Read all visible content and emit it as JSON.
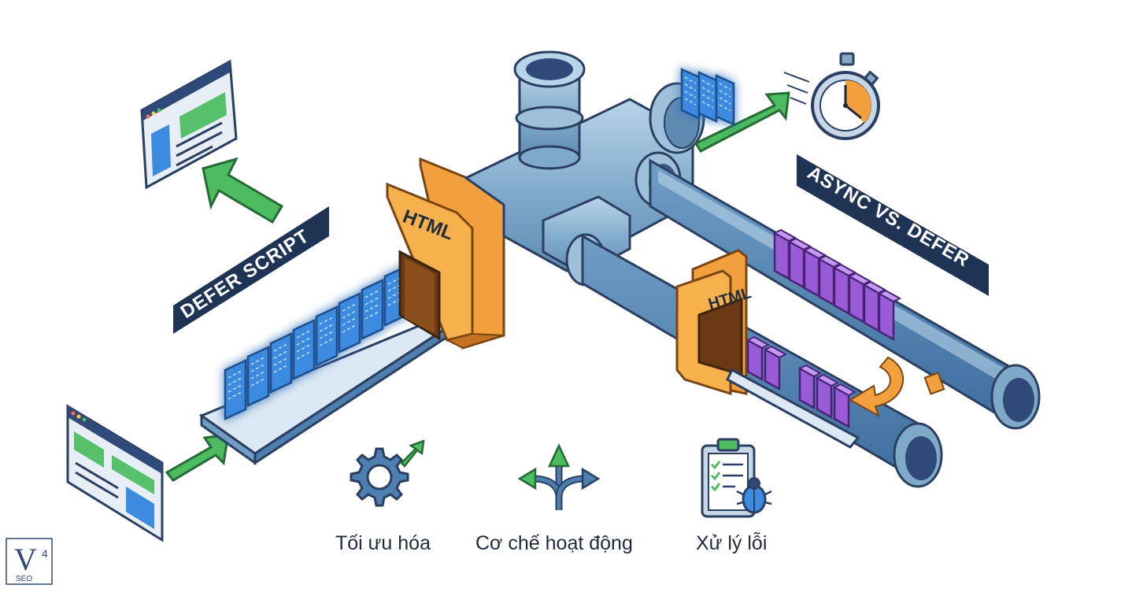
{
  "banners": {
    "defer": "DEFER SCRIPT",
    "async_vs_defer": "ASYNC VS. DEFER"
  },
  "documents": {
    "main_label": "HTML",
    "secondary_label": "HTML"
  },
  "features": [
    {
      "label": "Tối ưu hóa",
      "icon": "gear-growth-icon"
    },
    {
      "label": "Cơ chế hoạt động",
      "icon": "branching-arrows-icon"
    },
    {
      "label": "Xử lý lỗi",
      "icon": "clipboard-bug-icon"
    }
  ],
  "logo": {
    "letter": "V",
    "superscript": "4",
    "sub": "SEO"
  },
  "colors": {
    "pipe": "#7fa9c8",
    "pipe_dark": "#3a5d86",
    "script_blue": "#3d8be0",
    "script_purple": "#9a5bd6",
    "html_orange": "#f2a03d",
    "arrow_green": "#4dbb5f",
    "banner_navy": "#1f3354"
  }
}
